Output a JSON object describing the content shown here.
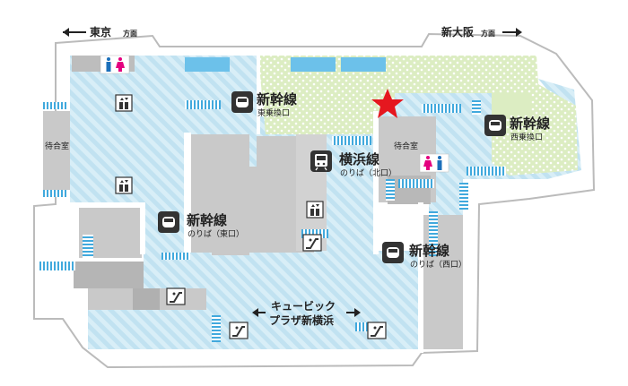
{
  "directions": {
    "tokyo": {
      "name": "東京",
      "suffix": "方面"
    },
    "shin_osaka": {
      "name": "新大阪",
      "suffix": "方面"
    }
  },
  "labels": {
    "shinkansen_east_gate": {
      "line": "新幹線",
      "sub": "東乗換口"
    },
    "shinkansen_west_gate": {
      "line": "新幹線",
      "sub": "西乗換口"
    },
    "shinkansen_east_platform": {
      "line": "新幹線",
      "sub": "のりば（東口）"
    },
    "shinkansen_west_platform": {
      "line": "新幹線",
      "sub": "のりば（西口）"
    },
    "yokohama_line": {
      "line": "横浜線",
      "sub": "のりば（北口）"
    },
    "waiting_room_west": "待合室",
    "waiting_room_east": "待合室",
    "cubic_plaza": {
      "line1": "キュービック",
      "line2": "プラザ新横浜"
    }
  },
  "icons": {
    "toilet": "restroom-icon",
    "elevator": "elevator-icon",
    "escalator": "escalator-icon",
    "shinkansen": "shinkansen-icon",
    "train": "train-icon",
    "current_location": "star-icon"
  },
  "colors": {
    "concourse": "#d5ecf6",
    "concourse_stripe": "#b7dcee",
    "platform_green": "#dcedc2",
    "room_gray": "#c9c9c9",
    "room_gray_dark": "#a9a9a9",
    "wall": "#ffffff",
    "stair_blue": "#41a9dd",
    "icon_dark": "#333333",
    "star_red": "#e5171f",
    "toilet_male": "#1b6fba",
    "toilet_female": "#e4007f"
  }
}
